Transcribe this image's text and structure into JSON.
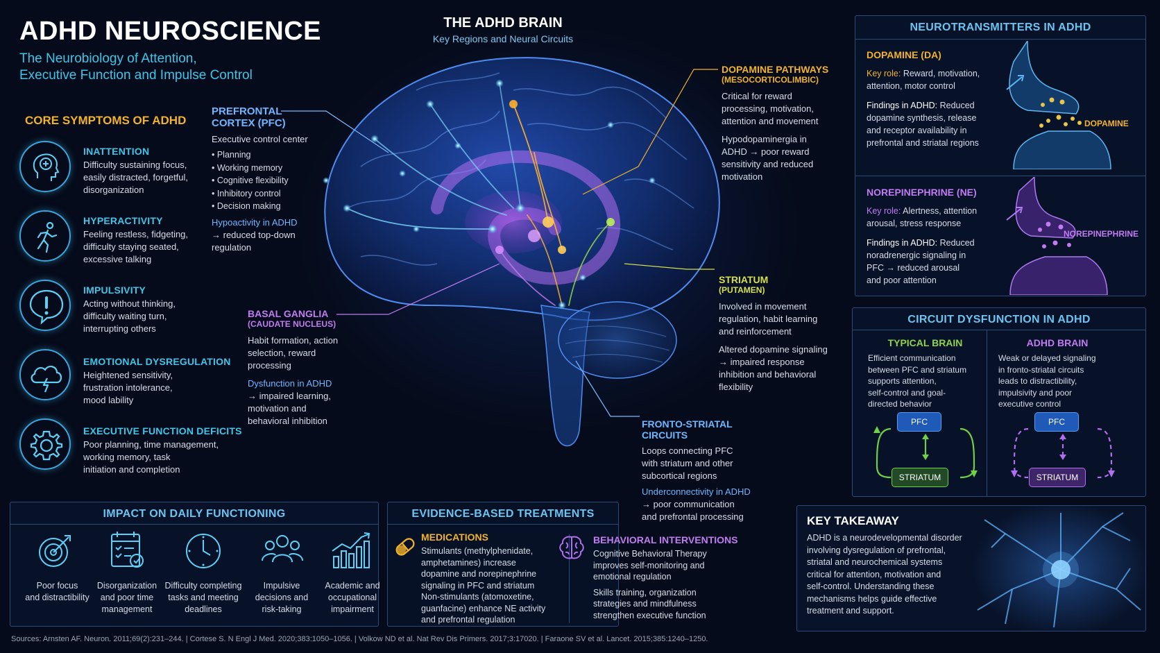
{
  "header": {
    "title": "ADHD NEUROSCIENCE",
    "subtitle_line1": "The Neurobiology of Attention,",
    "subtitle_line2": "Executive Function and Impulse Control"
  },
  "center": {
    "title": "THE ADHD BRAIN",
    "subtitle": "Key Regions and Neural Circuits"
  },
  "symptoms": {
    "heading": "CORE SYMPTOMS OF ADHD",
    "items": [
      {
        "title": "INATTENTION",
        "lines": [
          "Difficulty sustaining focus,",
          "easily distracted, forgetful,",
          "disorganization"
        ],
        "icon": "head-brain-icon"
      },
      {
        "title": "HYPERACTIVITY",
        "lines": [
          "Feeling restless, fidgeting,",
          "difficulty staying seated,",
          "excessive talking"
        ],
        "icon": "running-person-icon"
      },
      {
        "title": "IMPULSIVITY",
        "lines": [
          "Acting without thinking,",
          "difficulty waiting turn,",
          "interrupting others"
        ],
        "icon": "exclamation-icon"
      },
      {
        "title": "EMOTIONAL DYSREGULATION",
        "lines": [
          "Heightened sensitivity,",
          "frustration intolerance,",
          "mood lability"
        ],
        "icon": "storm-cloud-icon"
      },
      {
        "title": "EXECUTIVE FUNCTION DEFICITS",
        "lines": [
          "Poor planning, time management,",
          "working memory, task",
          "initiation and completion"
        ],
        "icon": "gear-icon"
      }
    ]
  },
  "pfc": {
    "title_line1": "PREFRONTAL",
    "title_line2": "CORTEX (PFC)",
    "desc": "Executive control center",
    "bullets": [
      "• Planning",
      "• Working memory",
      "• Cognitive flexibility",
      "• Inhibitory control",
      "• Decision making"
    ],
    "finding": "Hypoactivity in ADHD",
    "finding_line1": "→ reduced top-down",
    "finding_line2": "regulation"
  },
  "basal": {
    "title": "BASAL GANGLIA",
    "subtitle": "(CAUDATE NUCLEUS)",
    "lines": [
      "Habit formation, action",
      "selection, reward",
      "processing"
    ],
    "finding": "Dysfunction in ADHD",
    "finding_lines": [
      "→ impaired learning,",
      "motivation and",
      "behavioral inhibition"
    ]
  },
  "dopamine_path": {
    "title": "DOPAMINE PATHWAYS",
    "subtitle": "(MESOCORTICOLIMBIC)",
    "lines": [
      "Critical for reward",
      "processing, motivation,",
      "attention and movement"
    ],
    "lines2": [
      "Hypodopaminergia in",
      "ADHD → poor reward",
      "sensitivity and reduced",
      "motivation"
    ]
  },
  "striatum": {
    "title": "STRIATUM",
    "subtitle": "(PUTAMEN)",
    "lines": [
      "Involved in movement",
      "regulation, habit learning",
      "and reinforcement"
    ],
    "lines2": [
      "Altered dopamine signaling",
      "→ impaired response",
      "inhibition and behavioral",
      "flexibility"
    ]
  },
  "fronto": {
    "title_line1": "FRONTO-STRIATAL",
    "title_line2": "CIRCUITS",
    "lines": [
      "Loops connecting PFC",
      "with striatum and other",
      "subcortical regions"
    ],
    "finding": "Underconnectivity in ADHD",
    "finding_lines": [
      "→ poor communication",
      "and prefrontal processing"
    ]
  },
  "neurotransmitters": {
    "heading": "NEUROTRANSMITTERS IN ADHD",
    "da": {
      "title": "DOPAMINE (DA)",
      "key_label": "Key role:",
      "key_line1": " Reward, motivation,",
      "key_line2": "attention, motor control",
      "find_label": "Findings in ADHD:",
      "find_line1": " Reduced",
      "find_lines": [
        "dopamine synthesis, release",
        "and receptor availability in",
        "prefrontal and striatal regions"
      ],
      "image_label": "DOPAMINE"
    },
    "ne": {
      "title": "NOREPINEPHRINE (NE)",
      "key_label": "Key role:",
      "key_line1": " Alertness, attention",
      "key_line2": "arousal, stress response",
      "find_label": "Findings in ADHD:",
      "find_line1": " Reduced",
      "find_lines": [
        "noradrenergic signaling in",
        "PFC → reduced arousal",
        "and poor attention"
      ],
      "image_label": "NOREPINEPHRINE"
    }
  },
  "circuit": {
    "heading": "CIRCUIT DYSFUNCTION IN ADHD",
    "typical_title": "TYPICAL BRAIN",
    "typical_lines": [
      "Efficient communication",
      "between PFC and striatum",
      "supports attention,",
      "self-control and goal-",
      "directed behavior"
    ],
    "adhd_title": "ADHD BRAIN",
    "adhd_lines": [
      "Weak or delayed signaling",
      "in fronto-striatal circuits",
      "leads to distractibility,",
      "impulsivity and poor",
      "executive control"
    ],
    "pfc_label": "PFC",
    "striatum_label": "STRIATUM"
  },
  "impact": {
    "heading": "IMPACT ON DAILY FUNCTIONING",
    "items": [
      {
        "lines": [
          "Poor focus",
          "and distractibility"
        ],
        "icon": "target-icon"
      },
      {
        "lines": [
          "Disorganization",
          "and poor time",
          "management"
        ],
        "icon": "checklist-calendar-icon"
      },
      {
        "lines": [
          "Difficulty completing",
          "tasks and meeting",
          "deadlines"
        ],
        "icon": "clock-icon"
      },
      {
        "lines": [
          "Impulsive",
          "decisions and",
          "risk-taking"
        ],
        "icon": "people-icon"
      },
      {
        "lines": [
          "Academic and",
          "occupational",
          "impairment"
        ],
        "icon": "bar-chart-icon"
      }
    ]
  },
  "treatments": {
    "heading": "EVIDENCE-BASED TREATMENTS",
    "med_title": "MEDICATIONS",
    "med_lines": [
      "Stimulants (methylphenidate,",
      "amphetamines) increase",
      "dopamine and norepinephrine",
      "signaling in PFC and striatum",
      "Non-stimulants (atomoxetine,",
      "guanfacine) enhance NE activity",
      "and prefrontal regulation"
    ],
    "beh_title": "BEHAVIORAL INTERVENTIONS",
    "beh_lines": [
      "Cognitive Behavioral Therapy",
      "improves self-monitoring and",
      "emotional regulation"
    ],
    "beh_lines2": [
      "Skills training, organization",
      "strategies and mindfulness",
      "strengthen executive function"
    ]
  },
  "takeaway": {
    "heading": "KEY TAKEAWAY",
    "lines": [
      "ADHD is a neurodevelopmental disorder",
      "involving dysregulation of prefrontal,",
      "striatal and neurochemical systems",
      "critical for attention, motivation and",
      "self-control. Understanding these",
      "mechanisms helps guide effective",
      "treatment and support."
    ]
  },
  "sources": "Sources: Arnsten AF. Neuron. 2011;69(2):231–244. | Cortese S. N Engl J Med. 2020;383:1050–1056. | Volkow ND et al. Nat Rev Dis Primers. 2017;3:17020. | Faraone SV et al. Lancet. 2015;385:1240–1250.",
  "colors": {
    "background": "#050b1a",
    "cyan": "#3ec6e8",
    "gold": "#f2b32a",
    "purple": "#c07cf0",
    "green": "#7bd44a",
    "blue": "#4fa6ff"
  }
}
